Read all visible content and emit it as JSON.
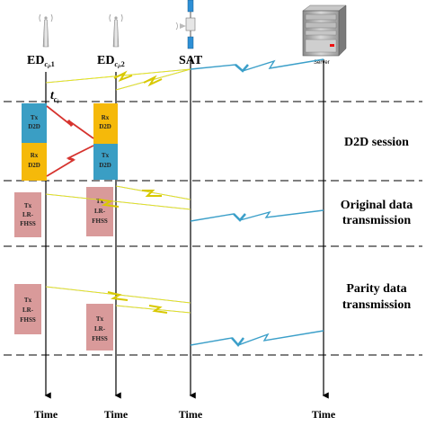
{
  "nodes": {
    "ed1": {
      "label": "ED",
      "sub": "c",
      "subsub": "i",
      "idx": ",1"
    },
    "ed2": {
      "label": "ED",
      "sub": "c",
      "subsub": "i",
      "idx": ",2"
    },
    "sat": {
      "label": "SAT"
    },
    "server": {
      "label": "Server"
    }
  },
  "time_marker": {
    "label": "t",
    "sub": "c",
    "subsub": "i"
  },
  "sections": {
    "d2d": [
      "D2D session"
    ],
    "original": [
      "Original data",
      "transmission"
    ],
    "parity": [
      "Parity data",
      "transmission"
    ]
  },
  "boxes": {
    "tx_d2d": [
      "Tx",
      "D2D"
    ],
    "rx_d2d_ed1": [
      "Rx",
      "D2D"
    ],
    "rx_d2d_ed2": [
      "Rx",
      "D2D"
    ],
    "tx_d2d_ed2": [
      "Tx",
      "D2D"
    ],
    "orig_ed1": [
      "Tx",
      "LR-",
      "FHSS"
    ],
    "orig_ed2": [
      "Tx",
      "LR-",
      "FHSS"
    ],
    "parity_ed1": [
      "Tx",
      "LR-",
      "FHSS"
    ],
    "parity_ed2": [
      "Tx",
      "LR-",
      "FHSS"
    ]
  },
  "time_labels": [
    "Time",
    "Time",
    "Time",
    "Time"
  ],
  "colors": {
    "tx_d2d": "#3a9ec4",
    "rx_d2d": "#f5b90a",
    "lr_fhss": "#d99a9a",
    "d2d_link": "#d6332e",
    "sat_link": "#3b9fc9",
    "uplink_yellow": "#f2f20a",
    "dashed": "#333333"
  }
}
